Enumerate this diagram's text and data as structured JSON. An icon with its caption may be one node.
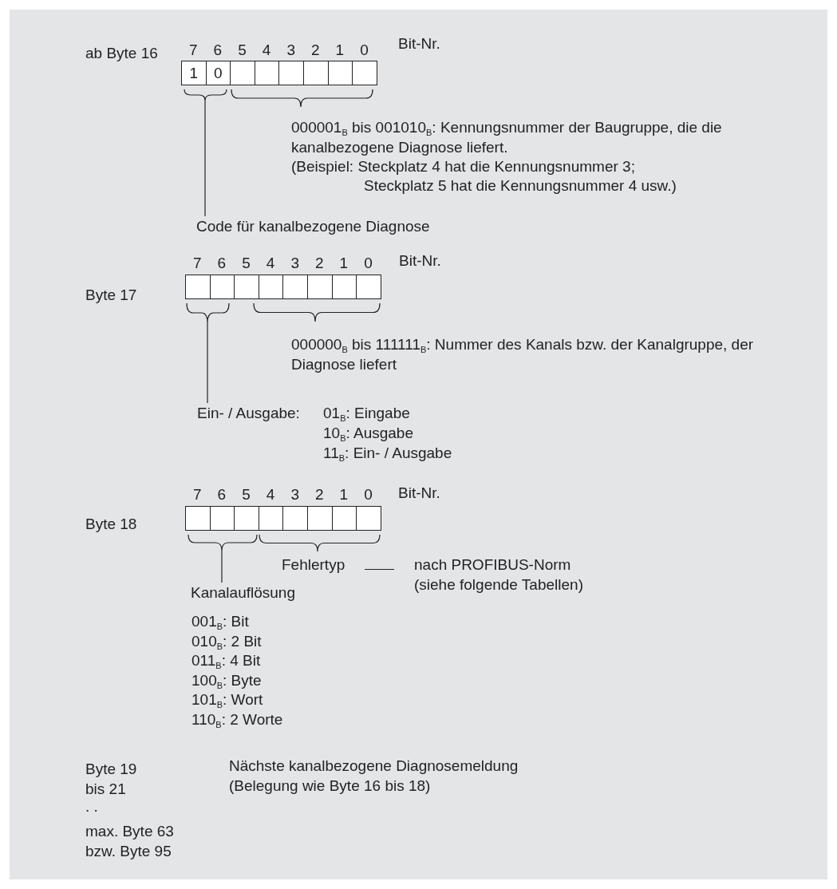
{
  "diagram": {
    "nodes": [
      {
        "text": [
          "1"
        ]
      },
      {
        "text": [
          "0"
        ]
      },
      {
        "text": [],
        "shape": "box"
      },
      {
        "text": [],
        "shape": "box"
      },
      {
        "text": [],
        "shape": "box"
      },
      {
        "text": [],
        "shape": "box"
      },
      {
        "text": [],
        "shape": "box"
      },
      {
        "text": [],
        "shape": "box"
      },
      {
        "text": [],
        "shape": "box"
      },
      {
        "text": [],
        "shape": "box"
      },
      {
        "text": [],
        "shape": "box"
      },
      {
        "text": [],
        "shape": "box"
      },
      {
        "text": [],
        "shape": "box"
      },
      {
        "text": [],
        "shape": "box"
      },
      {
        "text": [],
        "shape": "box"
      },
      {
        "text": [],
        "shape": "box"
      },
      {
        "text": [],
        "shape": "box"
      },
      {
        "text": [],
        "shape": "box"
      },
      {
        "text": [],
        "shape": "box"
      },
      {
        "text": [],
        "shape": "box"
      },
      {
        "text": [],
        "shape": "box"
      },
      {
        "text": [],
        "shape": "box"
      },
      {
        "text": [],
        "shape": "box"
      },
      {
        "text": [],
        "shape": "box"
      },
      {
        "text": [
          "Code für kanalbezogene Diagnose"
        ]
      },
      {
        "text": [
          "Ein- / Ausgabe:"
        ]
      },
      {
        "text": [
          "Kanalauflösung"
        ]
      },
      {
        "text": [
          "Fehlertyp"
        ]
      },
      {
        "text": [
          "nach PROFIBUS-Norm (siehe folgende Tabellen)"
        ]
      },
      {
        "text": [],
        "shape": "brace"
      },
      {
        "text": [],
        "shape": "brace"
      },
      {
        "text": [],
        "shape": "brace"
      },
      {
        "text": [],
        "shape": "brace"
      },
      {
        "text": [],
        "shape": "brace"
      },
      {
        "text": [],
        "shape": "brace"
      }
    ],
    "edges": [
      {
        "from": 24,
        "to": 29,
        "arrow": "none"
      },
      {
        "from": 25,
        "to": 31,
        "arrow": "none"
      },
      {
        "from": 26,
        "to": 33,
        "arrow": "none"
      },
      {
        "from": 27,
        "to": 28,
        "arrow": "none"
      }
    ],
    "labels": [
      "7",
      "6",
      "5",
      "4",
      "3",
      "2",
      "1",
      "0",
      "Bit-Nr.",
      "ab Byte 16",
      "000001$_{B}$ bis 001010$_{B}$: Kennungsnummer der Baugruppe, die die kanalbezogene Diagnose liefert.",
      "(Beispiel: Steckplatz 4 hat die Kennungsnummer 3;",
      "Steckplatz 5 hat die Kennungsnummer 4 usw.)",
      "7",
      "6",
      "5",
      "4",
      "3",
      "2",
      "1",
      "0",
      "Bit-Nr.",
      "Byte 17",
      "000000$_{B}$ bis 111111$_{B}$: Nummer des Kanals bzw. der Kanalgruppe, der Diagnose liefert",
      "01$_{B}$: Eingabe",
      "10$_{B}$: Ausgabe",
      "11$_{B}$: Ein- / Ausgabe",
      "7",
      "6",
      "5",
      "4",
      "3",
      "2",
      "1",
      "0",
      "Bit-Nr.",
      "Byte 18",
      "001$_{B}$: Bit",
      "010$_{B}$: 2 Bit",
      "011$_{B}$: 4 Bit",
      "100$_{B}$: Byte",
      "101$_{B}$: Wort",
      "110$_{B}$: 2 Worte",
      "Byte 19 bis 21",
      "Nächste kanalbezogene Diagnosemeldung (Belegung wie Byte 16 bis 18)",
      ". .",
      "max. Byte 63",
      "bzw. Byte 95"
    ]
  }
}
